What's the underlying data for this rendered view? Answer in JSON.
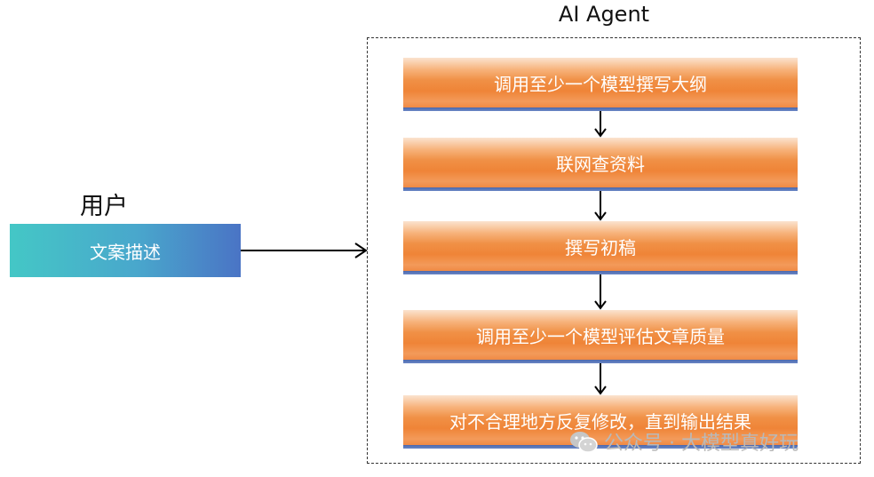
{
  "agent": {
    "title": "AI Agent"
  },
  "user": {
    "label": "用户",
    "input": "文案描述"
  },
  "steps": [
    {
      "label": "调用至少一个模型撰写大纲"
    },
    {
      "label": "联网查资料"
    },
    {
      "label": "撰写初稿"
    },
    {
      "label": "调用至少一个模型评估文章质量"
    },
    {
      "label": "对不合理地方反复修改，直到输出结果"
    }
  ],
  "watermark": {
    "text": "公众号 · 大模型真好玩",
    "icon": "wechat-icon"
  },
  "colors": {
    "step_orange": "#ef8437",
    "step_blue_edge": "#4a67ad",
    "user_teal": "#44c7c6",
    "user_blue": "#4a74c5",
    "arrow": "#000000"
  }
}
